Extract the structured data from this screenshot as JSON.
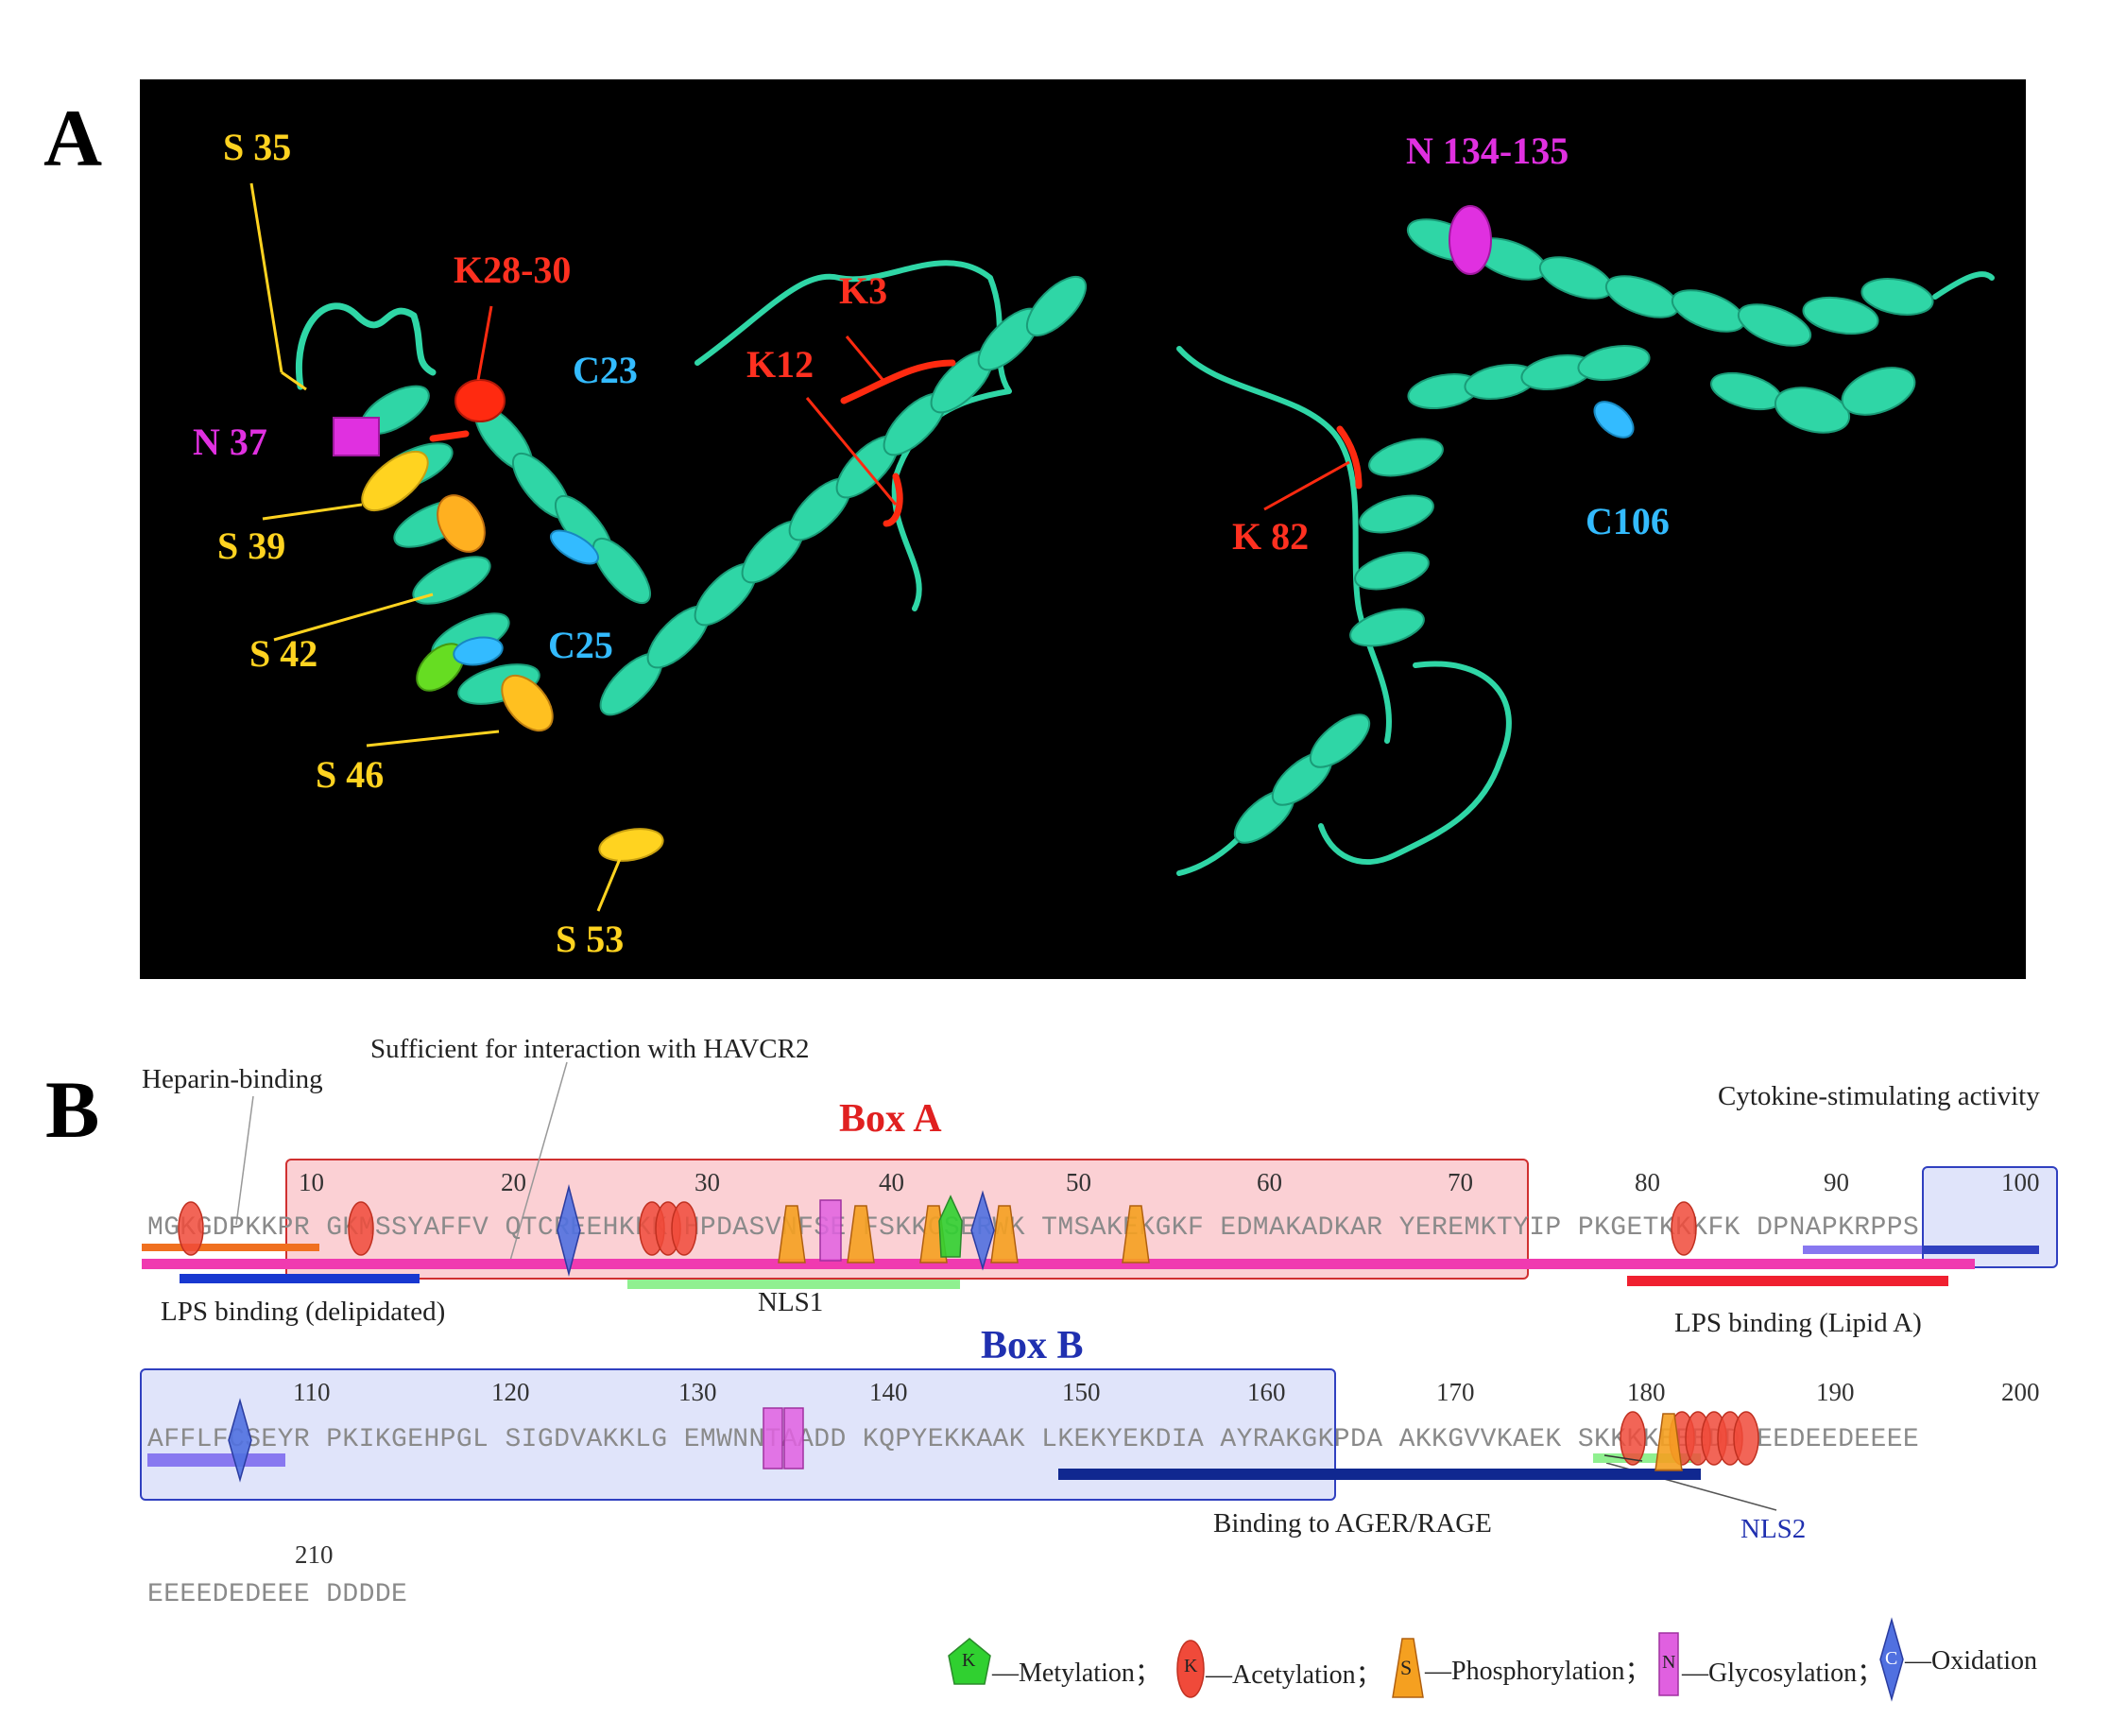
{
  "panel_a": {
    "letter": "A",
    "labels": {
      "s35": "S 35",
      "k28_30": "K28-30",
      "c23": "C23",
      "k3": "K3",
      "k12": "K12",
      "n37": "N 37",
      "s39": "S 39",
      "s42": "S 42",
      "c25": "C25",
      "s46": "S 46",
      "s53": "S 53",
      "n134_135": "N 134-135",
      "k82": "K 82",
      "c106": "C106"
    },
    "colors": {
      "ribbon": "#2fd6a6",
      "serine": "#ffd320",
      "lysine": "#ff2a10",
      "cysteine": "#33bbff",
      "asparagine": "#e030e0",
      "background": "#000000"
    }
  },
  "panel_b": {
    "letter": "B",
    "box_a_title": "Box A",
    "box_b_title": "Box B",
    "annotations": {
      "heparin": "Heparin-binding",
      "havcr2": "Sufficient for interaction with HAVCR2",
      "cytokine": "Cytokine-stimulating activity",
      "lps_delip": "LPS binding (delipidated)",
      "nls1": "NLS1",
      "lps_lipid_a": "LPS binding (Lipid A)",
      "ager": "Binding to AGER/RAGE",
      "nls2": "NLS2"
    },
    "row1_numbers": [
      "10",
      "20",
      "30",
      "40",
      "50",
      "60",
      "70",
      "80",
      "90",
      "100"
    ],
    "row1_sequence": "MGKGDPKKPR GKMSSYAFFV QTCREEHKKK HPDASVNFSE FSKKCSERWK TMSAKEKGKF EDMAKADKAR YEREMKTYIP PKGETKKKFK DPNAPKRPPS",
    "row2_numbers": [
      "110",
      "120",
      "130",
      "140",
      "150",
      "160",
      "170",
      "180",
      "190",
      "200"
    ],
    "row2_sequence": "AFFLFCSEYR PKIKGEHPGL SIGDVAKKLG EMWNNTAADD KQPYEKKAAK LKEKYEKDIA AYRAKGKPDA AKKGVVKAEK SKKKKEEEDD EEDEEDEEEE",
    "row3_numbers": [
      "210"
    ],
    "row3_sequence": "EEEEDEDEEE DDDDE",
    "legend": {
      "methylation_glyph": "K",
      "methylation": "—Metylation；",
      "acetylation_glyph": "K",
      "acetylation": "—Acetylation；",
      "phosphorylation_glyph": "S",
      "phosphorylation": "—Phosphorylation；",
      "glycosylation_glyph": "N",
      "glycosylation": "—Glycosylation；",
      "oxidation_glyph": "C",
      "oxidation": "—Oxidation"
    },
    "colors": {
      "box_a_fill": "#fbd0d4",
      "box_a_border": "#d03030",
      "box_b_fill": "#e0e4fa",
      "box_b_border": "#3040c0",
      "box_a_title": "#e02020",
      "box_b_title": "#2030b0",
      "methylation": "#30d030",
      "acetylation": "#f04a3a",
      "phosphorylation": "#f5a020",
      "glycosylation": "#e060e0",
      "oxidation": "#5070e0",
      "magenta_bar": "#f03ab0",
      "orange_bar": "#f07020",
      "blue_bar": "#1838d0",
      "green_bar": "#90f090",
      "red_bar": "#f02030",
      "violet_bar": "#8878f0",
      "navy_bar": "#102890"
    }
  }
}
